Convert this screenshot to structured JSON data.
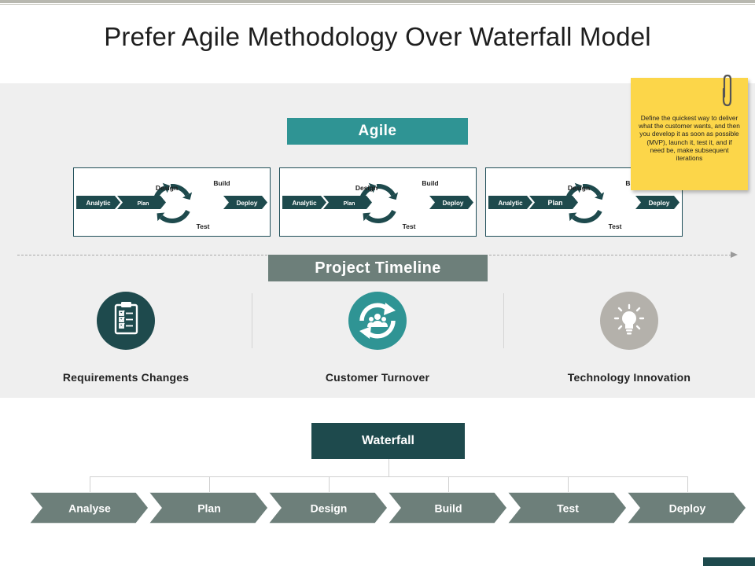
{
  "title": "Prefer Agile Methodology Over Waterfall Model",
  "agile": {
    "label": "Agile",
    "cycles": [
      {
        "left": "Analytic",
        "middle": "Plan",
        "right": "Deploy",
        "design": "Design",
        "build": "Build",
        "test": "Test"
      },
      {
        "left": "Analytic",
        "middle": "Plan",
        "right": "Deploy",
        "design": "Design",
        "build": "Build",
        "test": "Test"
      },
      {
        "left": "Analytic",
        "middle": "Plan",
        "right": "Deploy",
        "design": "Design",
        "build": "Build",
        "test": "Test"
      }
    ]
  },
  "note": {
    "text": "Define the quickest way to deliver what the customer wants, and then you develop it as soon as possible (MVP), launch it, test it, and if need be, make subsequent iterations"
  },
  "timeline": {
    "label": "Project Timeline",
    "items": [
      {
        "label": "Requirements  Changes",
        "icon": "clipboard-checklist-icon",
        "color": "#1e4a4d"
      },
      {
        "label": "Customer Turnover",
        "icon": "refresh-people-icon",
        "color": "#2f9494"
      },
      {
        "label": "Technology Innovation",
        "icon": "lightbulb-icon",
        "color": "#b4b1ab"
      }
    ]
  },
  "waterfall": {
    "label": "Waterfall",
    "steps": [
      "Analyse",
      "Plan",
      "Design",
      "Build",
      "Test",
      "Deploy"
    ]
  },
  "colors": {
    "dark_teal": "#1e4a4d",
    "teal": "#2f9494",
    "gray_green": "#6d7f7a",
    "sticky_yellow": "#fcd649",
    "band_gray": "#efefef"
  }
}
